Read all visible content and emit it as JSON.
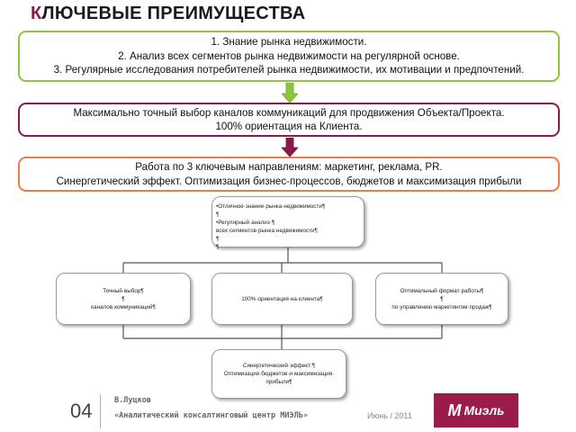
{
  "title": {
    "first_letter": "К",
    "rest": "ЛЮЧЕВЫЕ ПРЕИМУЩЕСТВА"
  },
  "box1": {
    "lines": [
      "1. Знание рынка недвижимости.",
      "2. Анализ всех сегментов рынка недвижимости на регулярной основе.",
      "3. Регулярные исследования потребителей рынка недвижимости, их мотивации и предпочтений."
    ]
  },
  "box2": {
    "lines": [
      "Максимально точный выбор каналов коммуникаций для продвижения Объекта/Проекта.",
      "100% ориентация на Клиента."
    ]
  },
  "box3": {
    "lines": [
      "Работа по 3 ключевым направлениям: маркетинг, реклама, PR.",
      "Синергетический эффект. Оптимизация бизнес-процессов, бюджетов и максимизация прибыли"
    ]
  },
  "colors": {
    "box1_border": "#8cc63f",
    "box2_border": "#8a1a4a",
    "box3_border": "#f07a48",
    "arrow1": "#8cc63f",
    "arrow2": "#8a1a4a",
    "logo_bg": "#9b1b4b"
  },
  "diagram": {
    "top": [
      "•Отличное·знание·рынка·недвижимости¶",
      "¶",
      "•Регулярный·анализ·¶",
      "всех·сегментов·рынка·недвижимости¶",
      "¶",
      "¶"
    ],
    "left": [
      "Точный·выбор¶",
      "¶",
      "каналов·коммуникаций¶"
    ],
    "mid": [
      "100%·ориентация·на·клиента¶"
    ],
    "right": [
      "Оптимальный·формат·работы¶",
      "¶",
      "по·управлению·маркетингом·продаж¶"
    ],
    "bottom": [
      "Синергетический·эффект:¶",
      "Оптимизация·бюджетов·и·максимизация·",
      "прибыли¶"
    ]
  },
  "footer": {
    "page_number": "04",
    "author": "В.Луцков",
    "org": "«Аналитический консалтинговый центр МИЭЛЬ»",
    "date": "Июнь / 2011",
    "logo_mark": "M",
    "logo_text": "Миэль"
  }
}
